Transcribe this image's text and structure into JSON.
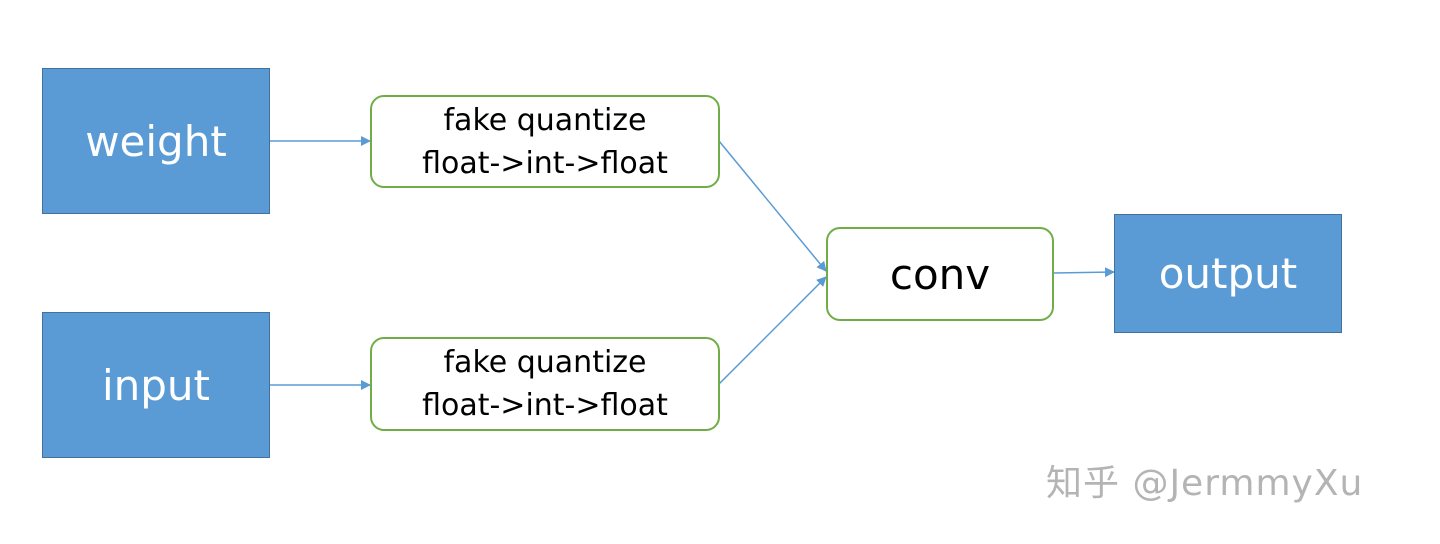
{
  "nodes": {
    "weight": {
      "label": "weight"
    },
    "input": {
      "label": "input"
    },
    "fq_weight": {
      "line1": "fake quantize",
      "line2": "float->int->float"
    },
    "fq_input": {
      "line1": "fake quantize",
      "line2": "float->int->float"
    },
    "conv": {
      "label": "conv"
    },
    "output": {
      "label": "output"
    }
  },
  "edges": [
    {
      "from": "weight",
      "to": "fq_weight"
    },
    {
      "from": "input",
      "to": "fq_input"
    },
    {
      "from": "fq_weight",
      "to": "conv"
    },
    {
      "from": "fq_input",
      "to": "conv"
    },
    {
      "from": "conv",
      "to": "output"
    }
  ],
  "watermark": {
    "text": "知乎 @JermmyXu"
  },
  "colors": {
    "blue_fill": "#5b9bd5",
    "blue_border": "#41719c",
    "green_border": "#70ad47",
    "arrow": "#5b9bd5",
    "watermark": "#b4b4b4"
  }
}
